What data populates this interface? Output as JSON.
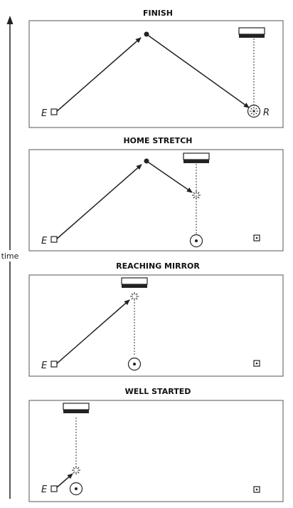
{
  "time_axis": {
    "label": "time"
  },
  "panels": [
    {
      "title": "FINISH"
    },
    {
      "title": "HOME STRETCH"
    },
    {
      "title": "REACHING MIRROR"
    },
    {
      "title": "WELL STARTED"
    }
  ],
  "labels": {
    "emitter": "E",
    "receiver": "R"
  },
  "colors": {
    "ink": "#222222",
    "panel_border": "#555555",
    "mirror_bar": "#222222"
  }
}
